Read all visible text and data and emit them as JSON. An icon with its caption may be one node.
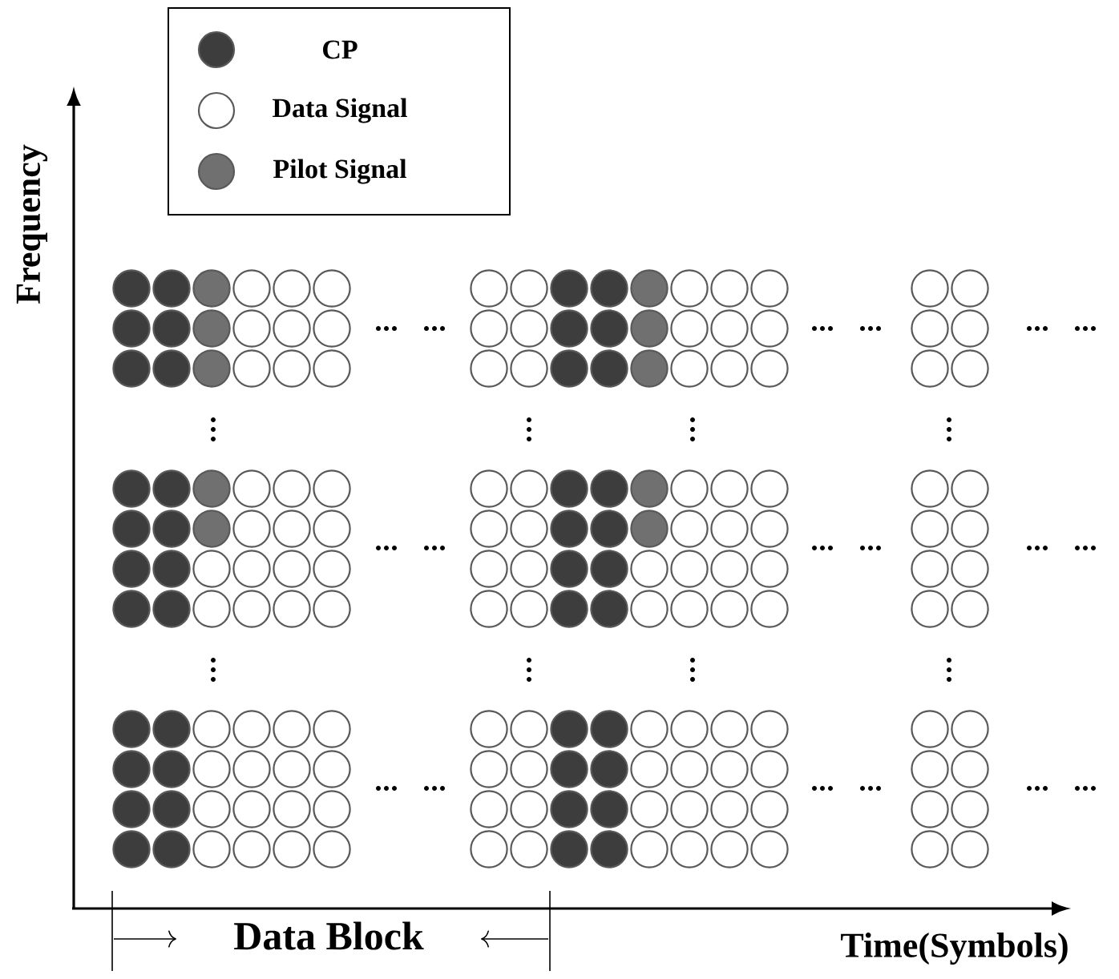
{
  "diagram": {
    "labels": [
      "Frequency",
      "Data Block",
      "Time(Symbols)"
    ],
    "legend": [
      {
        "text": "CP",
        "color": "#3d3d3d"
      },
      {
        "text": "Data Signal"
      },
      {
        "text": "Pilot Signal",
        "color": "#707070"
      }
    ]
  }
}
